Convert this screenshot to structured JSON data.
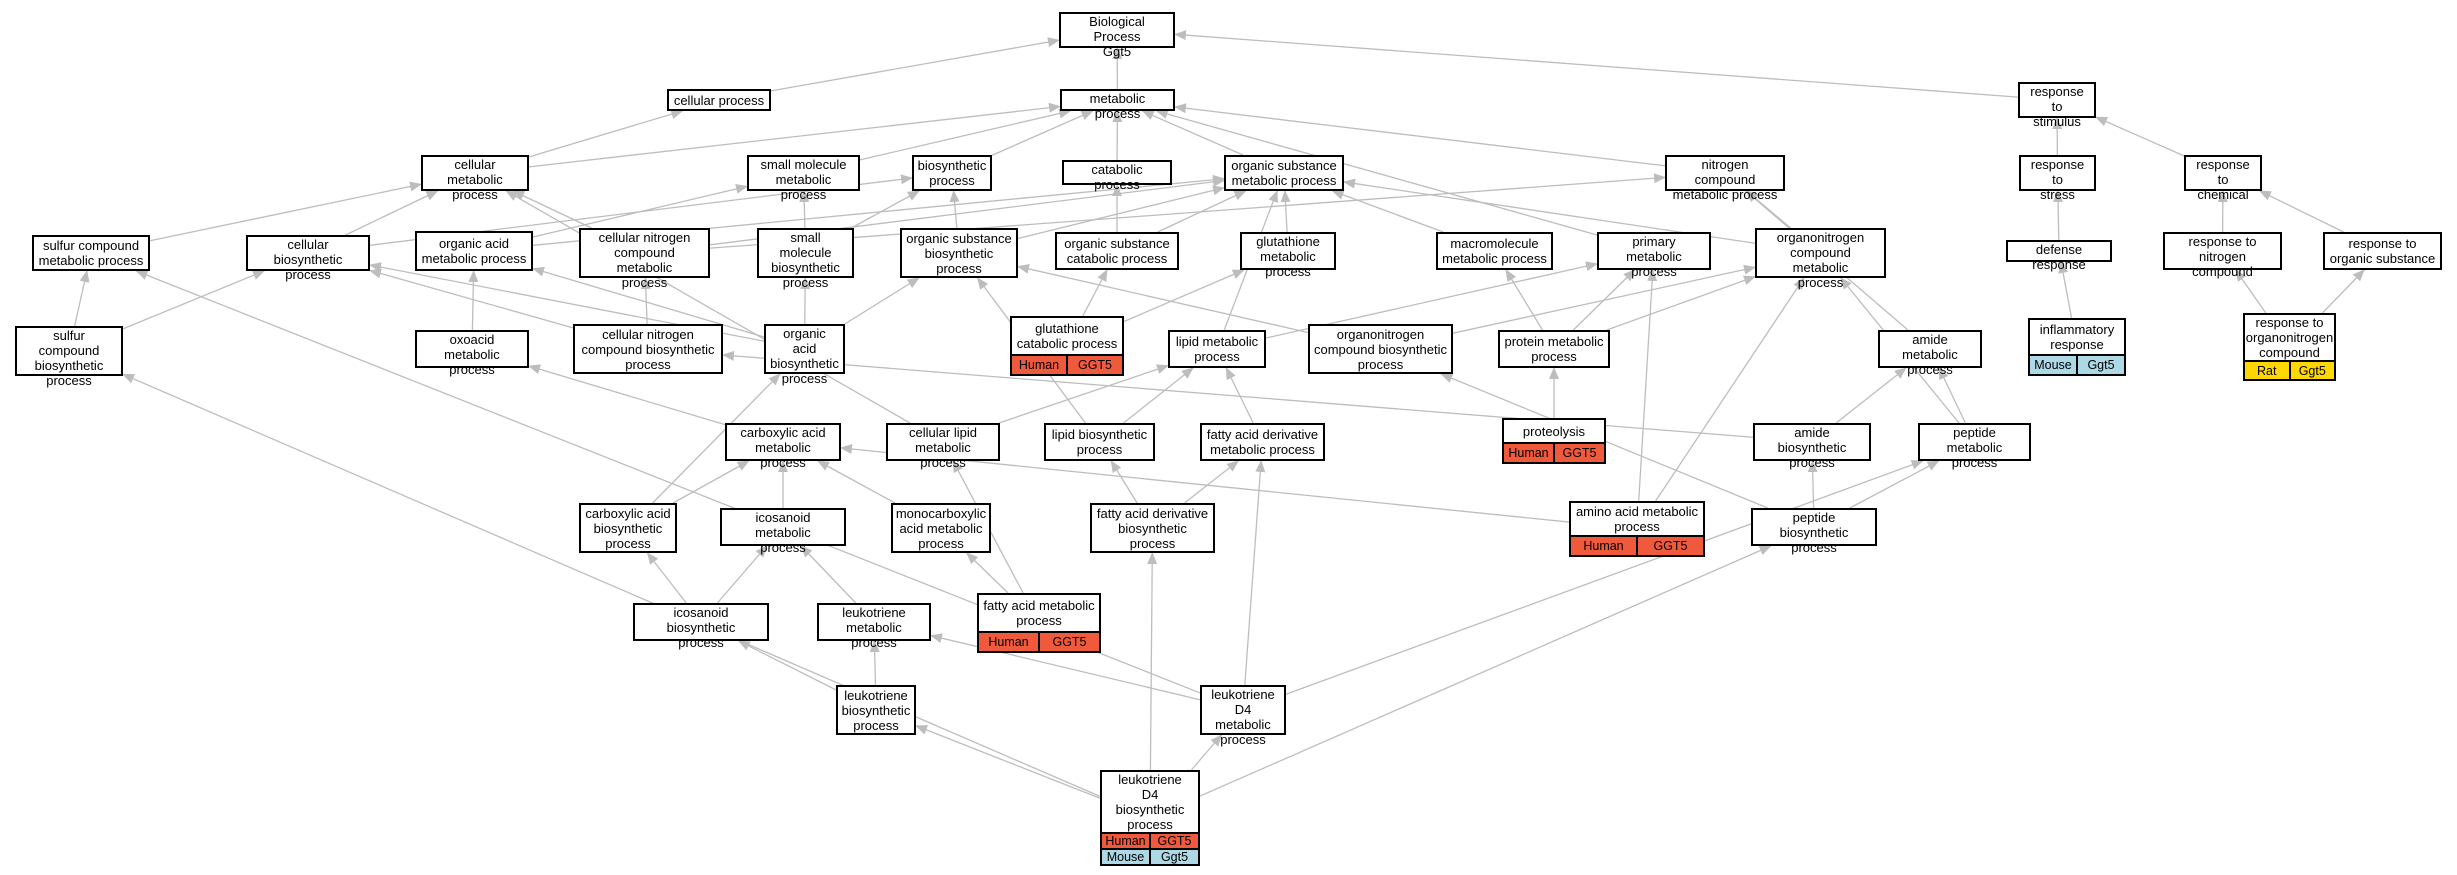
{
  "colors": {
    "edge": "#bdbdbd",
    "human": "#f05a3c",
    "mouse": "#add8e6",
    "rat": "#ffd700"
  },
  "nodes": [
    {
      "id": "bp",
      "label": "Biological Process\nGgt5"
    },
    {
      "id": "cellular_process",
      "label": "cellular process"
    },
    {
      "id": "metabolic_process",
      "label": "metabolic process"
    },
    {
      "id": "response_to_stimulus",
      "label": "response to\nstimulus"
    },
    {
      "id": "cellular_metabolic",
      "label": "cellular metabolic\nprocess"
    },
    {
      "id": "small_molecule_metabolic",
      "label": "small molecule\nmetabolic process"
    },
    {
      "id": "biosynthetic",
      "label": "biosynthetic\nprocess"
    },
    {
      "id": "catabolic",
      "label": "catabolic process"
    },
    {
      "id": "organic_substance_metabolic",
      "label": "organic substance\nmetabolic process"
    },
    {
      "id": "nitrogen_compound_metabolic",
      "label": "nitrogen compound\nmetabolic process"
    },
    {
      "id": "response_to_stress",
      "label": "response to\nstress"
    },
    {
      "id": "response_to_chemical",
      "label": "response to\nchemical"
    },
    {
      "id": "sulfur_compound_metabolic",
      "label": "sulfur compound\nmetabolic process"
    },
    {
      "id": "cellular_biosynthetic",
      "label": "cellular biosynthetic\nprocess"
    },
    {
      "id": "organic_acid_metabolic",
      "label": "organic acid\nmetabolic process"
    },
    {
      "id": "cellular_nitrogen_compound_metabolic",
      "label": "cellular nitrogen\ncompound metabolic\nprocess"
    },
    {
      "id": "small_molecule_biosynthetic",
      "label": "small molecule\nbiosynthetic\nprocess"
    },
    {
      "id": "organic_substance_biosynthetic",
      "label": "organic substance\nbiosynthetic\nprocess"
    },
    {
      "id": "organic_substance_catabolic",
      "label": "organic substance\ncatabolic process"
    },
    {
      "id": "glutathione_metabolic",
      "label": "glutathione\nmetabolic process"
    },
    {
      "id": "macromolecule_metabolic",
      "label": "macromolecule\nmetabolic process"
    },
    {
      "id": "primary_metabolic",
      "label": "primary metabolic\nprocess"
    },
    {
      "id": "organonitrogen_compound_metabolic",
      "label": "organonitrogen\ncompound metabolic\nprocess"
    },
    {
      "id": "defense_response",
      "label": "defense response"
    },
    {
      "id": "response_to_nitrogen_compound",
      "label": "response to\nnitrogen compound"
    },
    {
      "id": "response_to_organic_substance",
      "label": "response to\norganic substance"
    },
    {
      "id": "sulfur_compound_biosynthetic",
      "label": "sulfur compound\nbiosynthetic\nprocess"
    },
    {
      "id": "oxoacid_metabolic",
      "label": "oxoacid metabolic\nprocess"
    },
    {
      "id": "cellular_nitrogen_compound_biosynthetic",
      "label": "cellular nitrogen\ncompound biosynthetic\nprocess"
    },
    {
      "id": "organic_acid_biosynthetic",
      "label": "organic acid\nbiosynthetic\nprocess"
    },
    {
      "id": "glutathione_catabolic",
      "label": "glutathione\ncatabolic process",
      "annotations": [
        {
          "text": "Human",
          "species": "human"
        },
        {
          "text": "GGT5",
          "species": "human"
        }
      ]
    },
    {
      "id": "lipid_metabolic",
      "label": "lipid metabolic\nprocess"
    },
    {
      "id": "organonitrogen_compound_biosynthetic",
      "label": "organonitrogen\ncompound biosynthetic\nprocess"
    },
    {
      "id": "protein_metabolic",
      "label": "protein metabolic\nprocess"
    },
    {
      "id": "amide_metabolic",
      "label": "amide metabolic\nprocess"
    },
    {
      "id": "inflammatory_response",
      "label": "inflammatory\nresponse",
      "annotations": [
        {
          "text": "Mouse",
          "species": "mouse"
        },
        {
          "text": "Ggt5",
          "species": "mouse"
        }
      ]
    },
    {
      "id": "response_to_organonitrogen_compound",
      "label": "response to\norganonitrogen\ncompound",
      "annotations": [
        {
          "text": "Rat",
          "species": "rat"
        },
        {
          "text": "Ggt5",
          "species": "rat"
        }
      ]
    },
    {
      "id": "carboxylic_acid_metabolic",
      "label": "carboxylic acid\nmetabolic process"
    },
    {
      "id": "cellular_lipid_metabolic",
      "label": "cellular lipid\nmetabolic process"
    },
    {
      "id": "lipid_biosynthetic",
      "label": "lipid biosynthetic\nprocess"
    },
    {
      "id": "fatty_acid_derivative_metabolic",
      "label": "fatty acid derivative\nmetabolic process"
    },
    {
      "id": "proteolysis",
      "label": "proteolysis",
      "annotations": [
        {
          "text": "Human",
          "species": "human"
        },
        {
          "text": "GGT5",
          "species": "human"
        }
      ]
    },
    {
      "id": "amide_biosynthetic",
      "label": "amide biosynthetic\nprocess"
    },
    {
      "id": "peptide_metabolic",
      "label": "peptide metabolic\nprocess"
    },
    {
      "id": "carboxylic_acid_biosynthetic",
      "label": "carboxylic acid\nbiosynthetic\nprocess"
    },
    {
      "id": "icosanoid_metabolic",
      "label": "icosanoid metabolic\nprocess"
    },
    {
      "id": "monocarboxylic_acid_metabolic",
      "label": "monocarboxylic\nacid metabolic\nprocess"
    },
    {
      "id": "fatty_acid_derivative_biosynthetic",
      "label": "fatty acid derivative\nbiosynthetic\nprocess"
    },
    {
      "id": "amino_acid_metabolic",
      "label": "amino acid metabolic\nprocess",
      "annotations": [
        {
          "text": "Human",
          "species": "human"
        },
        {
          "text": "GGT5",
          "species": "human"
        }
      ]
    },
    {
      "id": "peptide_biosynthetic",
      "label": "peptide biosynthetic\nprocess"
    },
    {
      "id": "icosanoid_biosynthetic",
      "label": "icosanoid biosynthetic\nprocess"
    },
    {
      "id": "leukotriene_metabolic",
      "label": "leukotriene\nmetabolic process"
    },
    {
      "id": "fatty_acid_metabolic",
      "label": "fatty acid metabolic\nprocess",
      "annotations": [
        {
          "text": "Human",
          "species": "human"
        },
        {
          "text": "GGT5",
          "species": "human"
        }
      ]
    },
    {
      "id": "leukotriene_biosynthetic",
      "label": "leukotriene\nbiosynthetic\nprocess"
    },
    {
      "id": "leukotriene_d4_metabolic",
      "label": "leukotriene\nD4 metabolic\nprocess"
    },
    {
      "id": "leukotriene_d4_biosynthetic",
      "label": "leukotriene\nD4 biosynthetic\nprocess",
      "annotations": [
        {
          "text": "Human",
          "species": "human"
        },
        {
          "text": "GGT5",
          "species": "human"
        },
        {
          "text": "Mouse",
          "species": "mouse"
        },
        {
          "text": "Ggt5",
          "species": "mouse"
        }
      ]
    }
  ],
  "edges": [
    [
      "cellular_process",
      "bp"
    ],
    [
      "metabolic_process",
      "bp"
    ],
    [
      "response_to_stimulus",
      "bp"
    ],
    [
      "cellular_metabolic",
      "cellular_process"
    ],
    [
      "cellular_metabolic",
      "metabolic_process"
    ],
    [
      "small_molecule_metabolic",
      "metabolic_process"
    ],
    [
      "biosynthetic",
      "metabolic_process"
    ],
    [
      "catabolic",
      "metabolic_process"
    ],
    [
      "organic_substance_metabolic",
      "metabolic_process"
    ],
    [
      "nitrogen_compound_metabolic",
      "metabolic_process"
    ],
    [
      "primary_metabolic",
      "metabolic_process"
    ],
    [
      "response_to_stress",
      "response_to_stimulus"
    ],
    [
      "response_to_chemical",
      "response_to_stimulus"
    ],
    [
      "sulfur_compound_metabolic",
      "cellular_metabolic"
    ],
    [
      "cellular_biosynthetic",
      "cellular_metabolic"
    ],
    [
      "cellular_biosynthetic",
      "biosynthetic"
    ],
    [
      "organic_acid_metabolic",
      "small_molecule_metabolic"
    ],
    [
      "organic_acid_metabolic",
      "organic_substance_metabolic"
    ],
    [
      "cellular_nitrogen_compound_metabolic",
      "cellular_metabolic"
    ],
    [
      "cellular_nitrogen_compound_metabolic",
      "organic_substance_metabolic"
    ],
    [
      "cellular_nitrogen_compound_metabolic",
      "nitrogen_compound_metabolic"
    ],
    [
      "small_molecule_biosynthetic",
      "small_molecule_metabolic"
    ],
    [
      "small_molecule_biosynthetic",
      "biosynthetic"
    ],
    [
      "organic_substance_biosynthetic",
      "biosynthetic"
    ],
    [
      "organic_substance_biosynthetic",
      "organic_substance_metabolic"
    ],
    [
      "organic_substance_catabolic",
      "catabolic"
    ],
    [
      "organic_substance_catabolic",
      "organic_substance_metabolic"
    ],
    [
      "glutathione_metabolic",
      "organic_substance_metabolic"
    ],
    [
      "macromolecule_metabolic",
      "organic_substance_metabolic"
    ],
    [
      "organonitrogen_compound_metabolic",
      "organic_substance_metabolic"
    ],
    [
      "organonitrogen_compound_metabolic",
      "nitrogen_compound_metabolic"
    ],
    [
      "defense_response",
      "response_to_stress"
    ],
    [
      "response_to_nitrogen_compound",
      "response_to_chemical"
    ],
    [
      "response_to_organic_substance",
      "response_to_chemical"
    ],
    [
      "sulfur_compound_biosynthetic",
      "sulfur_compound_metabolic"
    ],
    [
      "sulfur_compound_biosynthetic",
      "cellular_biosynthetic"
    ],
    [
      "oxoacid_metabolic",
      "organic_acid_metabolic"
    ],
    [
      "cellular_nitrogen_compound_biosynthetic",
      "cellular_nitrogen_compound_metabolic"
    ],
    [
      "cellular_nitrogen_compound_biosynthetic",
      "cellular_biosynthetic"
    ],
    [
      "organic_acid_biosynthetic",
      "organic_acid_metabolic"
    ],
    [
      "organic_acid_biosynthetic",
      "small_molecule_biosynthetic"
    ],
    [
      "organic_acid_biosynthetic",
      "organic_substance_biosynthetic"
    ],
    [
      "organic_acid_biosynthetic",
      "cellular_biosynthetic"
    ],
    [
      "glutathione_catabolic",
      "glutathione_metabolic"
    ],
    [
      "glutathione_catabolic",
      "organic_substance_catabolic"
    ],
    [
      "lipid_metabolic",
      "primary_metabolic"
    ],
    [
      "lipid_metabolic",
      "organic_substance_metabolic"
    ],
    [
      "organonitrogen_compound_biosynthetic",
      "organonitrogen_compound_metabolic"
    ],
    [
      "organonitrogen_compound_biosynthetic",
      "organic_substance_biosynthetic"
    ],
    [
      "protein_metabolic",
      "macromolecule_metabolic"
    ],
    [
      "protein_metabolic",
      "primary_metabolic"
    ],
    [
      "protein_metabolic",
      "organonitrogen_compound_metabolic"
    ],
    [
      "amide_metabolic",
      "nitrogen_compound_metabolic"
    ],
    [
      "inflammatory_response",
      "defense_response"
    ],
    [
      "response_to_organonitrogen_compound",
      "response_to_nitrogen_compound"
    ],
    [
      "response_to_organonitrogen_compound",
      "response_to_organic_substance"
    ],
    [
      "carboxylic_acid_metabolic",
      "oxoacid_metabolic"
    ],
    [
      "cellular_lipid_metabolic",
      "lipid_metabolic"
    ],
    [
      "cellular_lipid_metabolic",
      "cellular_metabolic"
    ],
    [
      "lipid_biosynthetic",
      "lipid_metabolic"
    ],
    [
      "lipid_biosynthetic",
      "organic_substance_biosynthetic"
    ],
    [
      "fatty_acid_derivative_metabolic",
      "lipid_metabolic"
    ],
    [
      "proteolysis",
      "protein_metabolic"
    ],
    [
      "amide_biosynthetic",
      "amide_metabolic"
    ],
    [
      "amide_biosynthetic",
      "cellular_nitrogen_compound_biosynthetic"
    ],
    [
      "peptide_metabolic",
      "amide_metabolic"
    ],
    [
      "peptide_metabolic",
      "organonitrogen_compound_metabolic"
    ],
    [
      "carboxylic_acid_biosynthetic",
      "carboxylic_acid_metabolic"
    ],
    [
      "carboxylic_acid_biosynthetic",
      "organic_acid_biosynthetic"
    ],
    [
      "icosanoid_metabolic",
      "carboxylic_acid_metabolic"
    ],
    [
      "monocarboxylic_acid_metabolic",
      "carboxylic_acid_metabolic"
    ],
    [
      "fatty_acid_derivative_biosynthetic",
      "lipid_biosynthetic"
    ],
    [
      "fatty_acid_derivative_biosynthetic",
      "fatty_acid_derivative_metabolic"
    ],
    [
      "amino_acid_metabolic",
      "carboxylic_acid_metabolic"
    ],
    [
      "amino_acid_metabolic",
      "organonitrogen_compound_metabolic"
    ],
    [
      "amino_acid_metabolic",
      "primary_metabolic"
    ],
    [
      "peptide_biosynthetic",
      "peptide_metabolic"
    ],
    [
      "peptide_biosynthetic",
      "amide_biosynthetic"
    ],
    [
      "peptide_biosynthetic",
      "organonitrogen_compound_biosynthetic"
    ],
    [
      "icosanoid_biosynthetic",
      "icosanoid_metabolic"
    ],
    [
      "icosanoid_biosynthetic",
      "carboxylic_acid_biosynthetic"
    ],
    [
      "leukotriene_metabolic",
      "icosanoid_metabolic"
    ],
    [
      "fatty_acid_metabolic",
      "monocarboxylic_acid_metabolic"
    ],
    [
      "fatty_acid_metabolic",
      "cellular_lipid_metabolic"
    ],
    [
      "leukotriene_biosynthetic",
      "leukotriene_metabolic"
    ],
    [
      "leukotriene_biosynthetic",
      "icosanoid_biosynthetic"
    ],
    [
      "leukotriene_d4_metabolic",
      "leukotriene_metabolic"
    ],
    [
      "leukotriene_d4_metabolic",
      "fatty_acid_derivative_metabolic"
    ],
    [
      "leukotriene_d4_metabolic",
      "peptide_metabolic"
    ],
    [
      "leukotriene_d4_metabolic",
      "sulfur_compound_metabolic"
    ],
    [
      "leukotriene_d4_biosynthetic",
      "leukotriene_d4_metabolic"
    ],
    [
      "leukotriene_d4_biosynthetic",
      "leukotriene_biosynthetic"
    ],
    [
      "leukotriene_d4_biosynthetic",
      "fatty_acid_derivative_biosynthetic"
    ],
    [
      "leukotriene_d4_biosynthetic",
      "peptide_biosynthetic"
    ],
    [
      "leukotriene_d4_biosynthetic",
      "sulfur_compound_biosynthetic"
    ]
  ]
}
